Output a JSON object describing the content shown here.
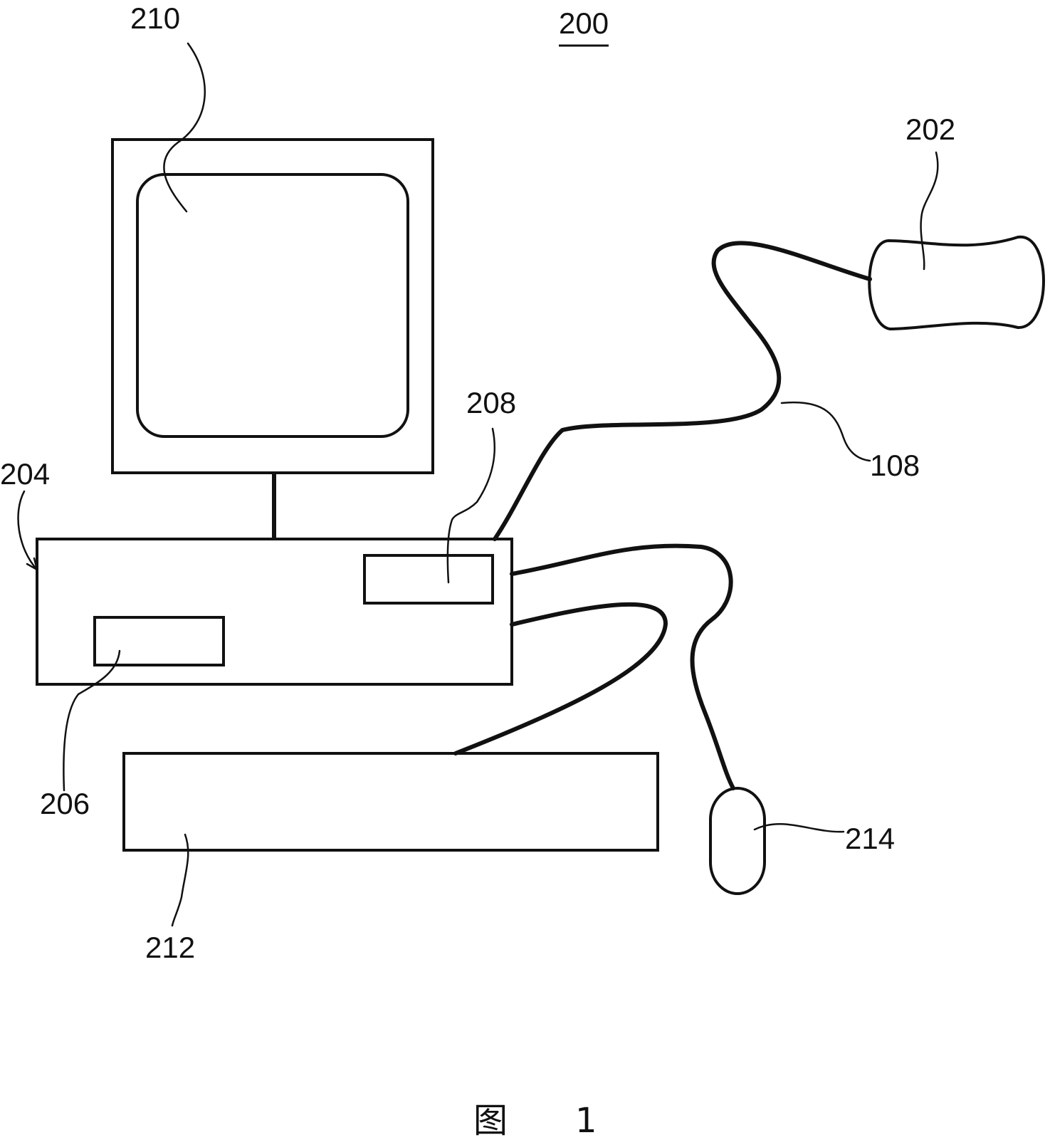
{
  "figure": {
    "reference": "200",
    "caption_char": "图",
    "caption_num": "1"
  },
  "labels": {
    "display": "210",
    "sensor": "202",
    "computer": "204",
    "drive_a": "208",
    "cable": "108",
    "drive_b": "206",
    "keyboard": "212",
    "mouse": "214"
  },
  "colors": {
    "line": "#111111",
    "background": "#ffffff"
  }
}
